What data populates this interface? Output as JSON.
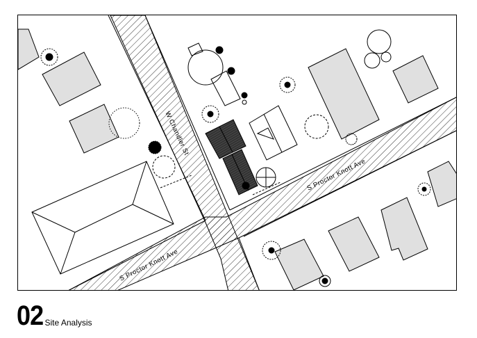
{
  "map": {
    "streets": [
      {
        "name": "W Chandler St"
      },
      {
        "name": "S Proctor Knott Ave"
      },
      {
        "name": "S Proctor Knott Ave"
      }
    ],
    "colors": {
      "building_fill": "#e0e0e0",
      "dark_roof": "#333333",
      "line": "#000000"
    }
  },
  "footer": {
    "sheet_number": "02",
    "sheet_title": "Site Analysis"
  }
}
